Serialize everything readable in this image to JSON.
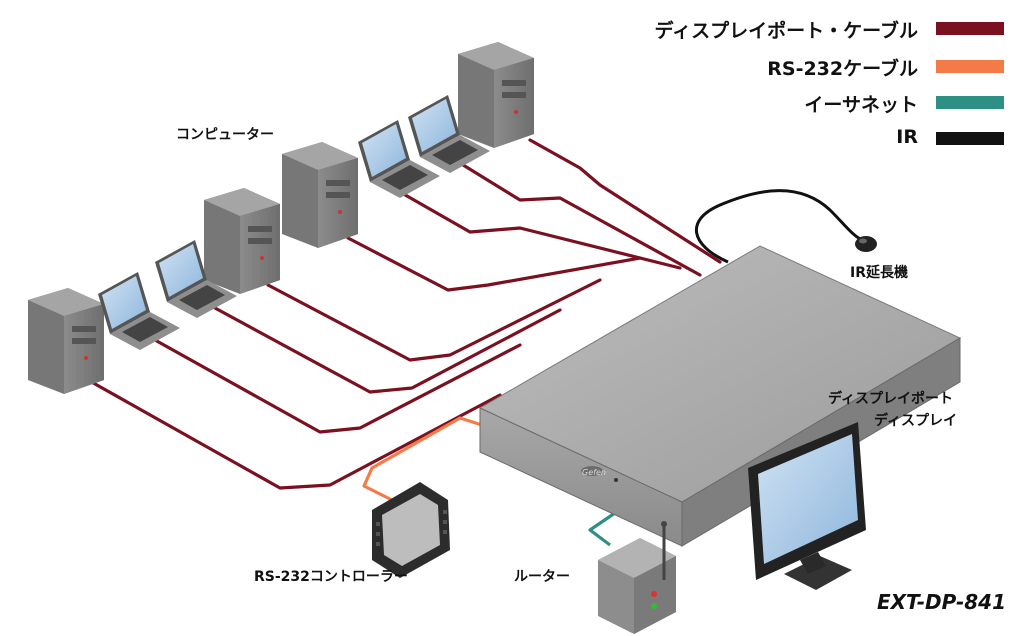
{
  "legend": {
    "items": [
      {
        "label": "ディスプレイポート・ケーブル",
        "color": "#7a1020"
      },
      {
        "label": "RS-232ケーブル",
        "color": "#f47a48"
      },
      {
        "label": "イーサネット",
        "color": "#2e8f84"
      },
      {
        "label": "IR",
        "color": "#111111"
      }
    ]
  },
  "labels": {
    "computers": "コンピューター",
    "ir_extender": "IR延長機",
    "display_line1": "ディスプレイポート",
    "display_line2": "ディスプレイ",
    "rs232_controller": "RS-232コントローラー",
    "router": "ルーター",
    "model": "EXT-DP-841",
    "brand": "Gefen"
  },
  "colors": {
    "displayport": "#7a1020",
    "rs232": "#f47a48",
    "ethernet": "#2e8f84",
    "ir": "#111111",
    "device_gray": "#9a9a9a",
    "screen_blue": "#a9c9e6"
  }
}
